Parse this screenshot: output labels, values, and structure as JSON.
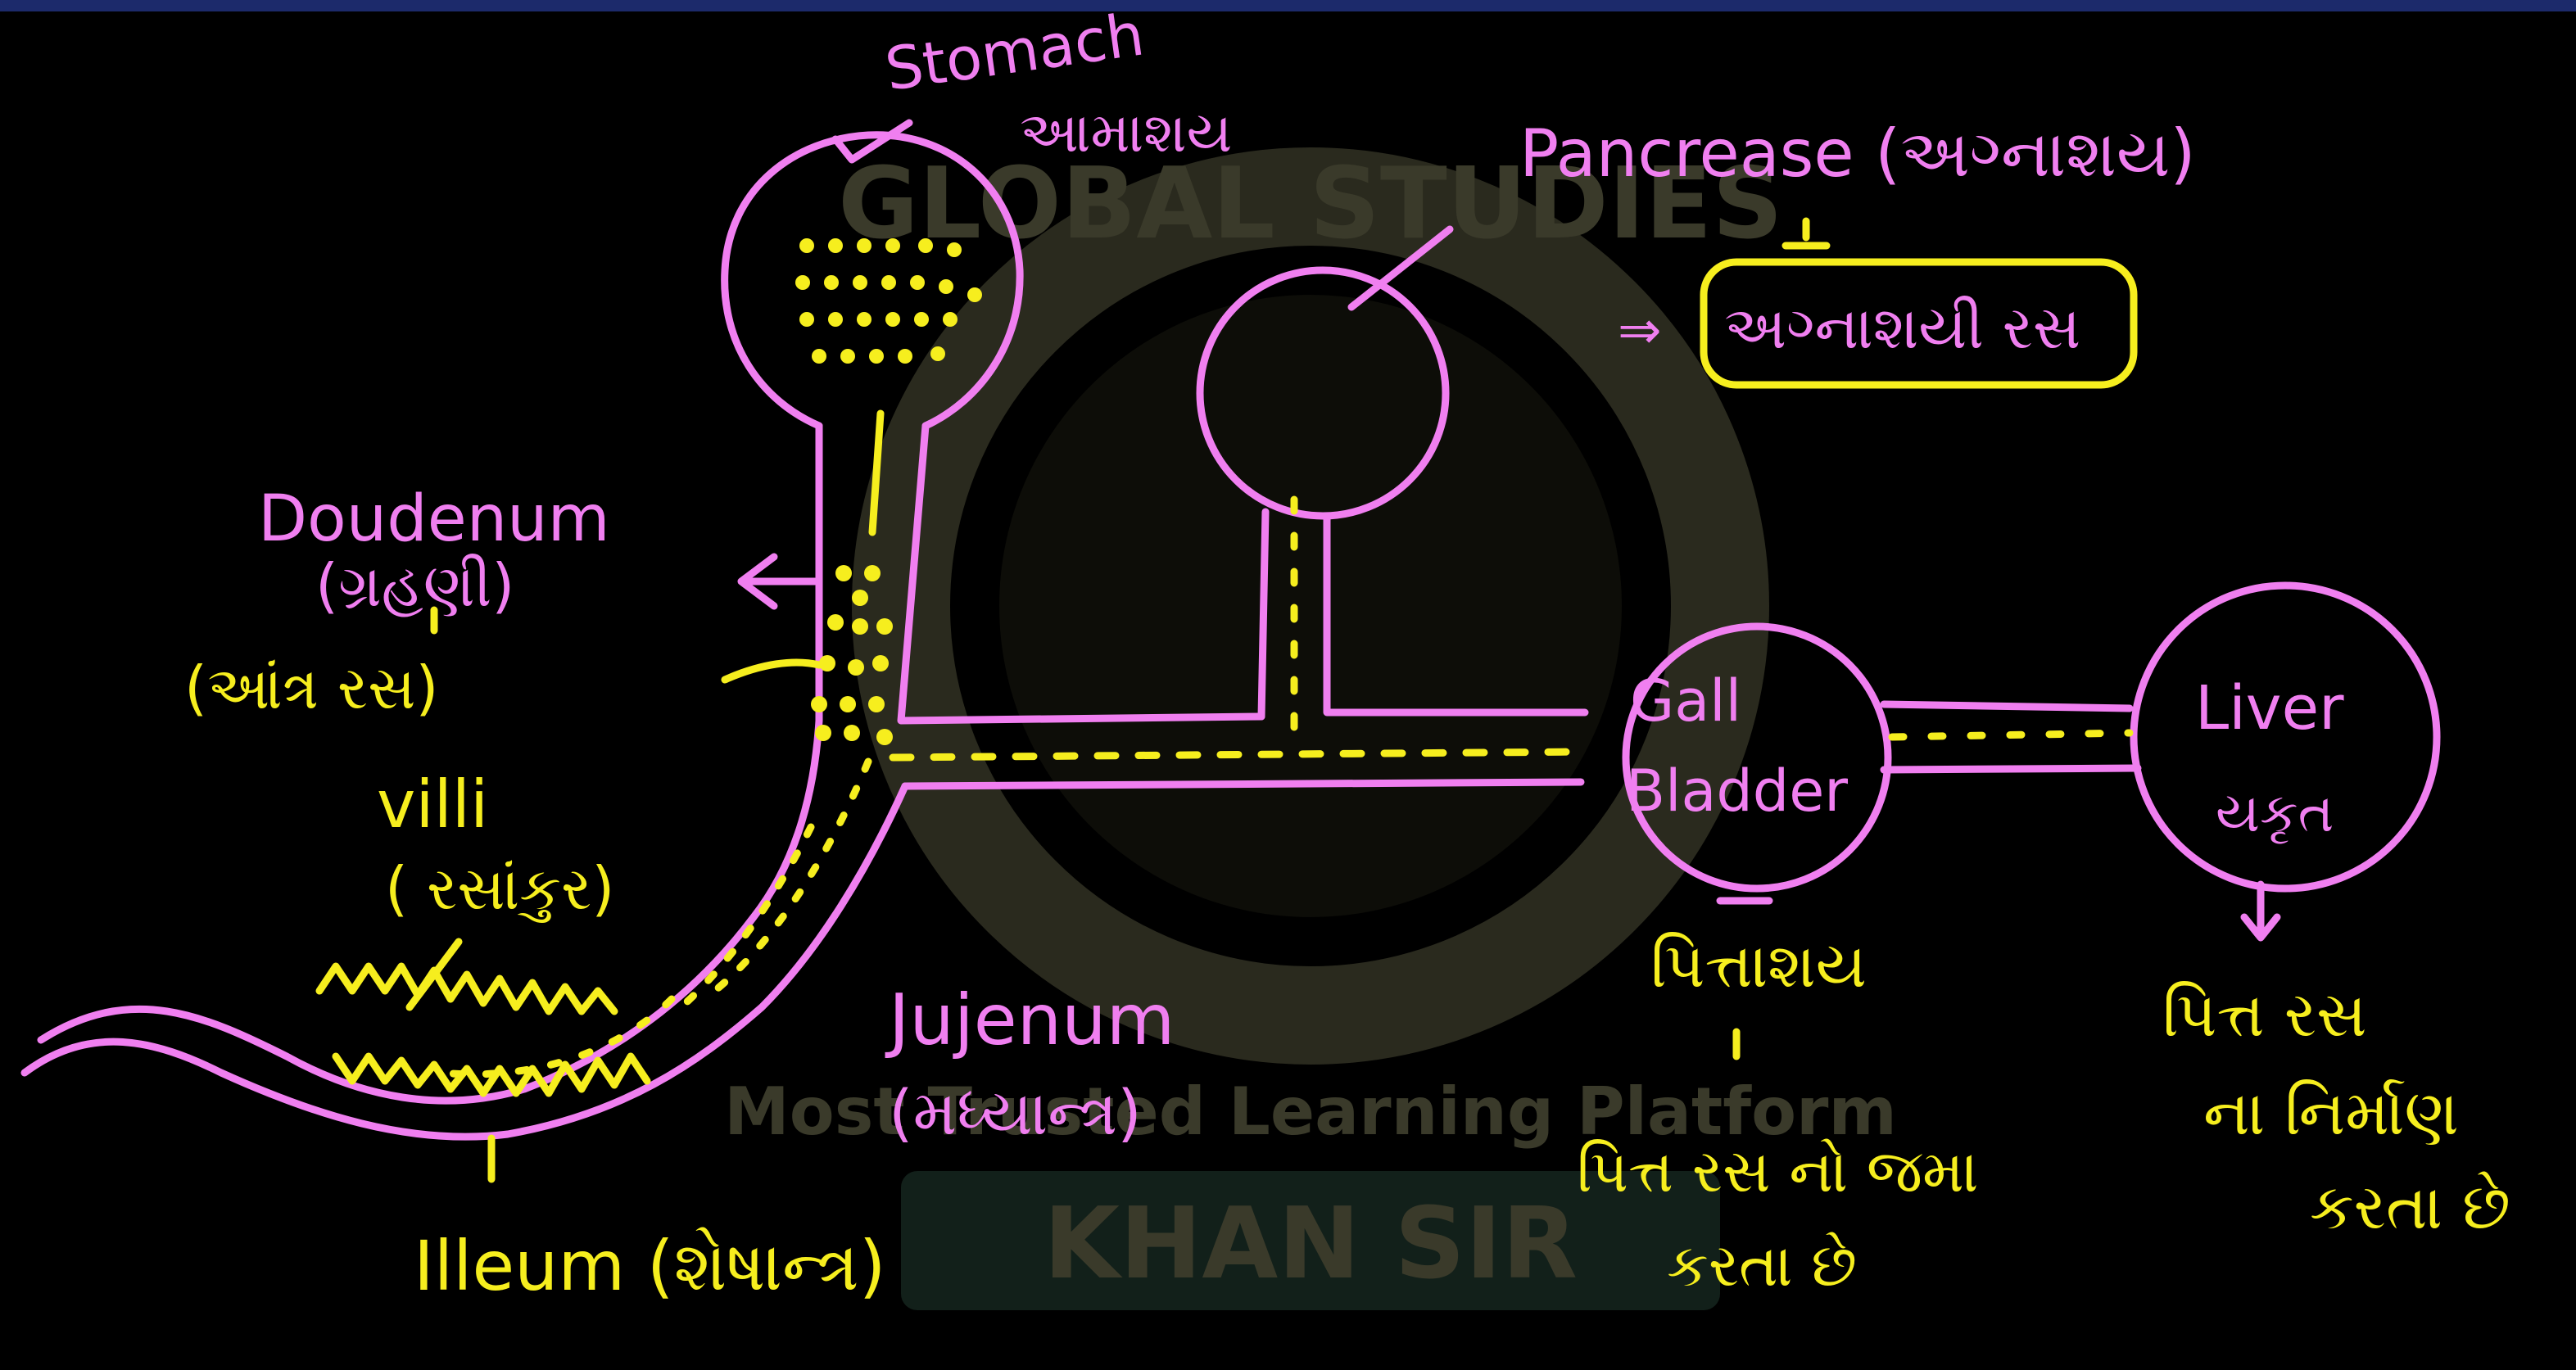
{
  "colors": {
    "background": "#000000",
    "pink": "#f07ff0",
    "yellow": "#f6ee1e",
    "topbar": "#1c2a6b"
  },
  "watermark": {
    "top": "GLOBAL STUDIES",
    "bottom": "Most Trusted Learning Platform",
    "banner": "KHAN SIR"
  },
  "labels": {
    "stomach": "Stomach",
    "stomach_guj": "આમાશય",
    "pancrease": "Pancrease (અગ્નાશય)",
    "pancreatic_juice": "અગ્નાશયી રસ",
    "arrow": "⇒",
    "doudenum": "Doudenum",
    "doudenum_guj": "(ગ્રહણી)",
    "intestinal_juice": "(આંત્ર રસ)",
    "villi": "villi",
    "villi_guj": "( રસાંકુર)",
    "jujenum": "Jujenum",
    "jujenum_guj": "(મધ્યાન્ત્ર)",
    "illeum": "Illeum (શેષાન્ત્ર)",
    "gall": "Gall",
    "bladder": "Bladder",
    "gall_guj": "પિત્તાશય",
    "gall_note_1": "પિત્ત રસ નો જમા",
    "gall_note_2": "કરતા છે",
    "liver": "Liver",
    "liver_guj": "યકૃત",
    "liver_note_1": "પિત્ત રસ",
    "liver_note_2": "ના નિર્માણ",
    "liver_note_3": "કરતા છે"
  }
}
